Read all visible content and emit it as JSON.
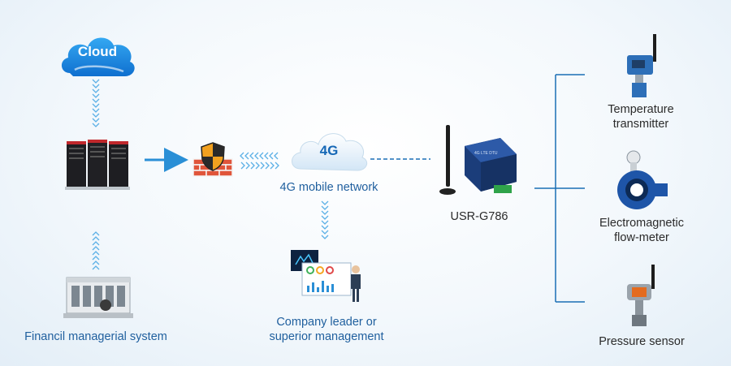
{
  "nodes": {
    "cloud": {
      "label": "Cloud"
    },
    "network": {
      "label": "4G",
      "caption": "4G mobile network"
    },
    "router": {
      "caption": "USR-G786",
      "brand_text": "4G LTE DTU"
    },
    "financial": {
      "caption": "Financil managerial system"
    },
    "management": {
      "caption_line1": "Company leader or",
      "caption_line2": "superior management"
    },
    "temperature": {
      "caption_line1": "Temperature",
      "caption_line2": "transmitter"
    },
    "flowmeter": {
      "caption_line1": "Electromagnetic",
      "caption_line2": "flow-meter"
    },
    "pressure": {
      "caption": "Pressure sensor"
    }
  },
  "colors": {
    "accent": "#2a8fd6",
    "caption": "#1f5f9e",
    "cloud_blue": "#1e90e8",
    "line": "#1a6fb5"
  }
}
